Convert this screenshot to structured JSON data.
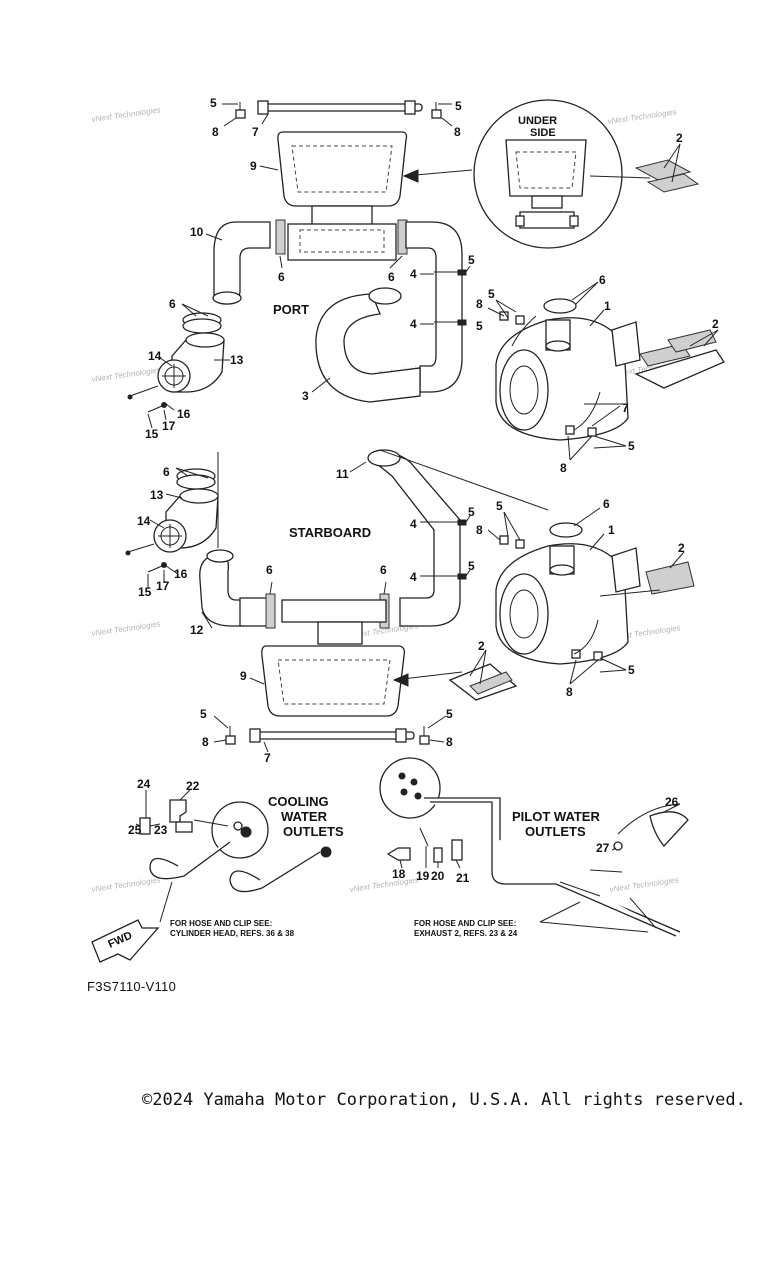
{
  "sections": {
    "port": "PORT",
    "starboard": "STARBOARD",
    "underside_line1": "UNDER",
    "underside_line2": "SIDE",
    "cooling_line1": "COOLING",
    "cooling_line2": "WATER",
    "cooling_line3": "OUTLETS",
    "pilot_line1": "PILOT WATER",
    "pilot_line2": "OUTLETS",
    "fwd": "FWD"
  },
  "notes": {
    "cyl_line1": "FOR HOSE AND CLIP SEE:",
    "cyl_line2": "CYLINDER HEAD, REFS. 36 & 38",
    "exh_line1": "FOR HOSE AND CLIP SEE:",
    "exh_line2": "EXHAUST 2, REFS. 23 & 24"
  },
  "callouts": {
    "c1": "1",
    "c2": "2",
    "c3": "3",
    "c4": "4",
    "c5": "5",
    "c6": "6",
    "c7": "7",
    "c8": "8",
    "c9": "9",
    "c10": "10",
    "c11": "11",
    "c12": "12",
    "c13": "13",
    "c14": "14",
    "c15": "15",
    "c16": "16",
    "c17": "17",
    "c18": "18",
    "c19": "19",
    "c20": "20",
    "c21": "21",
    "c22": "22",
    "c23": "23",
    "c24": "24",
    "c25": "25",
    "c26": "26",
    "c27": "27"
  },
  "watermark": "vNext Technologies",
  "diagram_code": "F3S7110-V110",
  "copyright": "©2024 Yamaha Motor Corporation, U.S.A. All rights reserved."
}
